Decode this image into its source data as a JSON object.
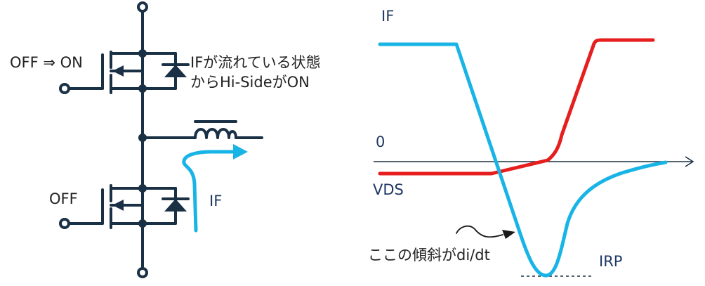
{
  "circuit": {
    "label_off_on": "OFF ⇒ ON",
    "label_off": "OFF",
    "note_line1": "IFが流れている状態",
    "note_line2": "からHi-SideがON",
    "current_label": "IF"
  },
  "waveform": {
    "label_if": "IF",
    "label_zero": "0",
    "label_vds": "VDS",
    "label_irp": "IRP",
    "slope_note": "ここの傾斜がdi/dt"
  },
  "colors": {
    "circuit_line": "#1a3045",
    "current": "#19b4e6",
    "vds": "#e61e1e",
    "text_navy": "#1f3864",
    "text_black": "#222222"
  }
}
